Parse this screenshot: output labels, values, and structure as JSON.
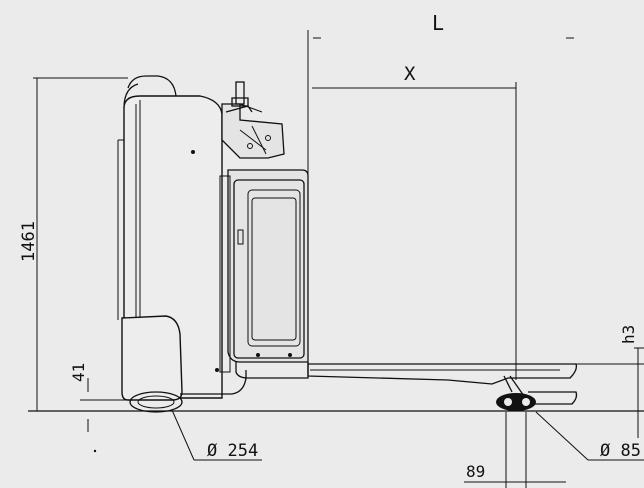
{
  "labels": {
    "dim_L": "L",
    "dim_X": "X",
    "dim_height": "1461",
    "dim_clearance": "41",
    "dim_drive_wheel": "Ø 254",
    "dim_h3": "h3",
    "dim_load_wheel": "Ø 85",
    "dim_89": "89"
  },
  "colors": {
    "background": "#ebebeb",
    "line": "#111111"
  }
}
